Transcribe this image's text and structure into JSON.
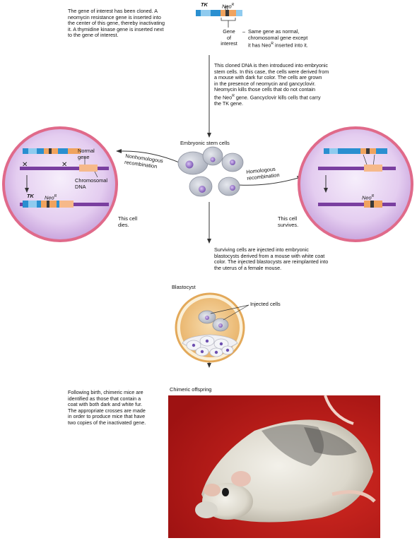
{
  "colors": {
    "cell_fill": "#e3c9ef",
    "cell_border": "#e06a8a",
    "chromosome": "#7a3fa0",
    "gene_orange": "#f0a35e",
    "tk_blue": "#2a8fd0",
    "blastocyst_orange": "#f3c98c",
    "mouse_background": "#c92020"
  },
  "intro": {
    "text": "The gene of interest has been cloned. A neomycin resistance gene is inserted into the center of this gene, thereby inactivating it. A thymidine kinase gene is inserted next to the gene of interest.",
    "lines": [
      "The gene of interest has been cloned. A",
      "neomycin resistance gene is inserted into",
      "the center of this gene, thereby inactivating",
      "it. A thymidine kinase gene is inserted next",
      "to the gene of interest."
    ]
  },
  "construct": {
    "tk_label": "TK",
    "neo_label": "Neo",
    "neo_sup": "R",
    "gene_label_lines": [
      "Gene",
      "of",
      "interest"
    ],
    "dash": "–",
    "description_lines": [
      "Same gene as normal,",
      "chromosomal gene except",
      "it has Neo",
      "inserted into it."
    ]
  },
  "step_es_cells": {
    "lines": [
      "This cloned DNA is then introduced into embryonic",
      "stem cells. In this case, the cells were derived from",
      "a mouse with dark fur color. The cells are grown",
      "in the presence of neomycin and gancyclovir.",
      "Neomycin kills those cells that do not contain",
      "the Neo",
      "gene. Gancyclovir kills cells that carry",
      "the TK gene."
    ]
  },
  "embryonic_label": "Embryonic stem cells",
  "nonhomologous_label": [
    "Nonhomologous",
    "recombination"
  ],
  "homologous_label": [
    "Homologous",
    "recombination"
  ],
  "left_cell": {
    "normal_gene": [
      "Normal",
      "gene"
    ],
    "chromosomal_dna": [
      "Chromosomal",
      "DNA"
    ],
    "tk": "TK",
    "neo": "Neo",
    "sup": "R",
    "fate": [
      "This cell",
      "dies."
    ]
  },
  "right_cell": {
    "neo": "Neo",
    "sup": "R",
    "fate": [
      "This cell",
      "survives."
    ]
  },
  "step_blastocyst": {
    "lines": [
      "Surviving cells are injected into embryonic",
      "blastocysts derived from a mouse with white coat",
      "color. The injected blastocysts are reimplanted into",
      "the uterus of a female mouse."
    ]
  },
  "blastocyst_label": "Blastocyst",
  "injected_label": "Injected cells",
  "offspring_label": "Chimeric offspring",
  "final_text": {
    "lines": [
      "Following birth, chimeric mice are",
      "identified as those that contain a",
      "coat with both dark and white fur.",
      "The appropriate crosses are made",
      "in order to produce mice that have",
      "two copies of the inactivated gene."
    ]
  }
}
